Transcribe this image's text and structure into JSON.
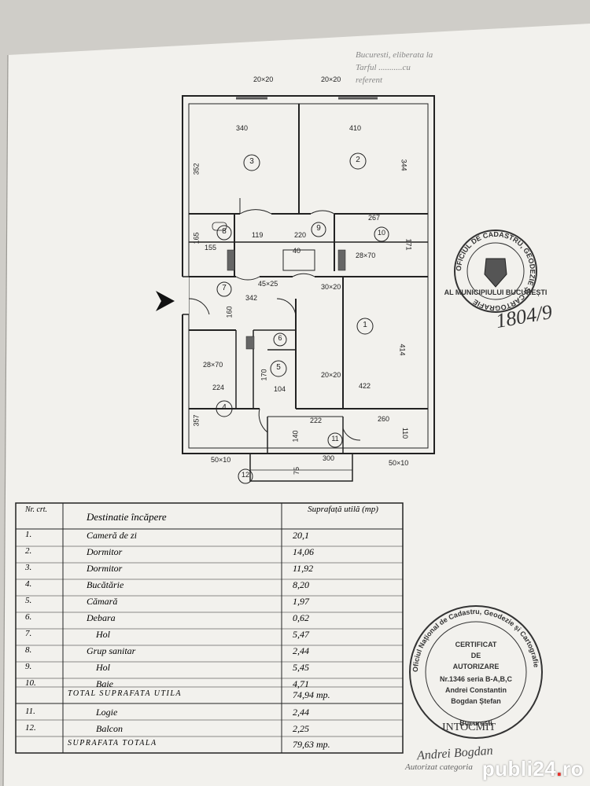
{
  "header_form": {
    "line1": "Bucuresti, eliberata la",
    "line2": "Tarful ...........cu",
    "line3": "referent"
  },
  "plan": {
    "dimensions": {
      "d_20x20_left": "20×20",
      "d_20x20_right": "20×20",
      "d_340": "340",
      "d_410": "410",
      "d_352": "352",
      "d_344": "344",
      "d_267": "267",
      "d_165": "165",
      "d_155": "155",
      "d_119": "119",
      "d_220": "220",
      "d_171": "171",
      "d_40": "40",
      "d_28x70_right": "28×70",
      "d_45x25": "45×25",
      "d_30x20": "30×20",
      "d_342": "342",
      "d_160": "160",
      "d_414": "414",
      "d_28x70_left": "28×70",
      "d_170": "170",
      "d_20x20_mid": "20×20",
      "d_224": "224",
      "d_104": "104",
      "d_422": "422",
      "d_357": "357",
      "d_222": "222",
      "d_260": "260",
      "d_140": "140",
      "d_110": "110",
      "d_50x10_left": "50×10",
      "d_300": "300",
      "d_50x10_right": "50×10",
      "d_75": "75"
    },
    "rooms": [
      "1",
      "2",
      "3",
      "4",
      "5",
      "6",
      "7",
      "8",
      "9",
      "10",
      "11",
      "12"
    ]
  },
  "legend": {
    "header_nr": "Nr. crt.",
    "header_dest": "Destinatie încăpere",
    "header_area": "Suprafață utilă (mp)",
    "rows": [
      {
        "nr": "1.",
        "dest": "Cameră de zi",
        "area": "20,1"
      },
      {
        "nr": "2.",
        "dest": "Dormitor",
        "area": "14,06"
      },
      {
        "nr": "3.",
        "dest": "Dormitor",
        "area": "11,92"
      },
      {
        "nr": "4.",
        "dest": "Bucătărie",
        "area": "8,20"
      },
      {
        "nr": "5.",
        "dest": "Cămară",
        "area": "1,97"
      },
      {
        "nr": "6.",
        "dest": "Debara",
        "area": "0,62"
      },
      {
        "nr": "7.",
        "dest": "Hol",
        "area": "5,47"
      },
      {
        "nr": "8.",
        "dest": "Grup sanitar",
        "area": "2,44"
      },
      {
        "nr": "9.",
        "dest": "Hol",
        "area": "5,45"
      },
      {
        "nr": "10.",
        "dest": "Baie",
        "area": "4,71"
      }
    ],
    "total_util_label": "TOTAL SUPRAFATA UTILA",
    "total_util_value": "74,94 mp.",
    "extra_rows": [
      {
        "nr": "11.",
        "dest": "Logie",
        "area": "2,44"
      },
      {
        "nr": "12.",
        "dest": "Balcon",
        "area": "2,25"
      }
    ],
    "total_label": "SUPRAFATA TOTALA",
    "total_value": "79,63 mp."
  },
  "stamp_top": {
    "ring_text": "OFICIUL DE CADASTRU, GEODEZIE ȘI CARTOGRAFIE",
    "inner_text": "AL MUNICIPIULUI BUCUREȘTI"
  },
  "handwritten_number": "1804/9",
  "stamp_bottom": {
    "ring_text": "Oficiul Național de Cadastru, Geodezie și Cartografie",
    "city": "Bucuresti",
    "title1": "CERTIFICAT",
    "title2": "DE",
    "title3": "AUTORIZARE",
    "serial": "Nr.1346 seria B-A,B,C",
    "name1": "Andrei Constantin",
    "name2": "Bogdan Ștefan"
  },
  "intocmit": "INTOCMIT",
  "signature_name": "Andrei Bogdan",
  "signature_sub": "Autorizat categoria",
  "watermark": {
    "part1": "publi24",
    "dot": ".",
    "part2": "ro"
  }
}
